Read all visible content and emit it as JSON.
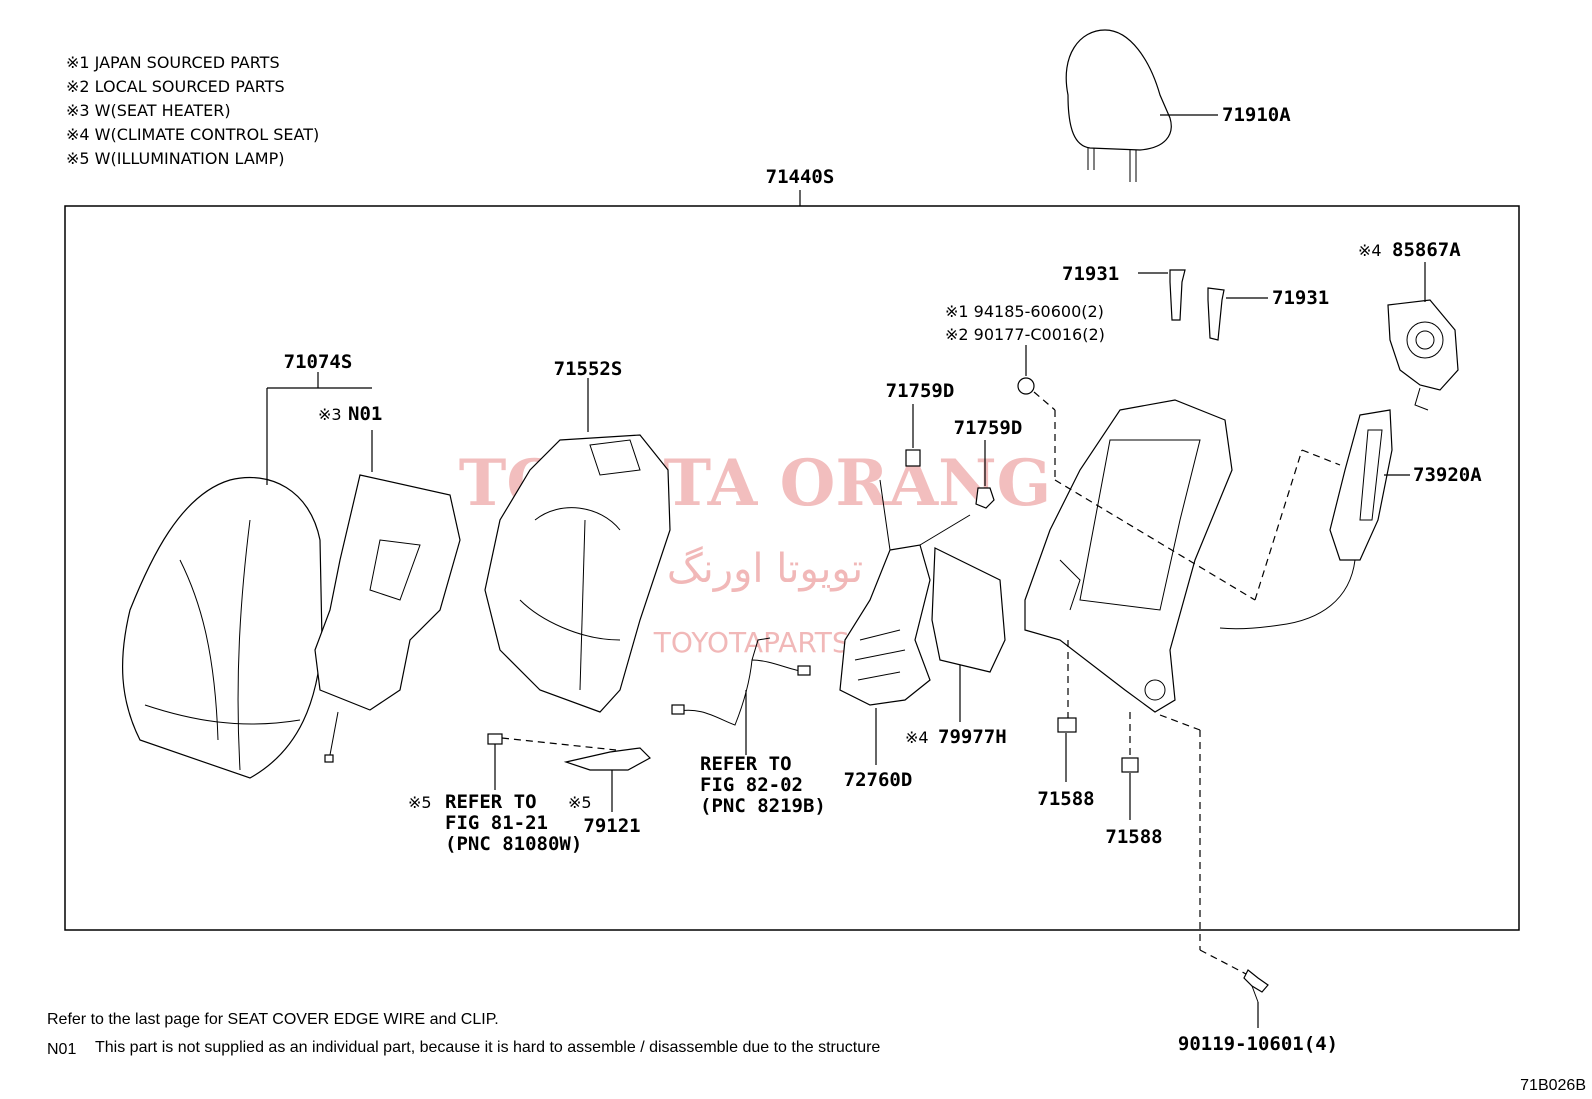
{
  "legend": [
    "※1 JAPAN SOURCED PARTS",
    "※2 LOCAL SOURCED PARTS",
    "※3 W(SEAT HEATER)",
    "※4 W(CLIMATE CONTROL SEAT)",
    "※5 W(ILLUMINATION LAMP)"
  ],
  "labels": {
    "headrest": "71910A",
    "assembly": "71440S",
    "bolt_left": "71931",
    "bolt_right": "71931",
    "blower_mark": "※4",
    "blower": "85867A",
    "nut_1": "※1 94185-60600(2)",
    "nut_2": "※2 90177-C0016(2)",
    "cover": "71074S",
    "heater_mark": "※3",
    "heater": "N01",
    "pad": "71552S",
    "hook_1": "71759D",
    "hook_2": "71759D",
    "side_cover": "73920A",
    "climate_mark": "※4",
    "climate_part": "79977H",
    "lumbar": "72760D",
    "clip_1": "71588",
    "clip_2": "71588",
    "lamp_ref_mark": "※5",
    "lamp_ref_1": "REFER TO",
    "lamp_ref_2": "FIG 81-21",
    "lamp_ref_3": "(PNC 81080W)",
    "lamp_mark": "※5",
    "lamp": "79121",
    "wire_ref_1": "REFER TO",
    "wire_ref_2": "FIG 82-02",
    "wire_ref_3": "(PNC 8219B)",
    "screw": "90119-10601(4)"
  },
  "watermark": {
    "main": "TOYOTA ORANG",
    "persian": "تویوتا اورنگ",
    "sub": "TOYOTAPARTS.IR"
  },
  "footer": {
    "line1": "Refer to the last page for SEAT COVER EDGE WIRE and CLIP.",
    "n01_code": "N01",
    "n01_text": "This part is not supplied as an individual part, because it is hard to assemble / disassemble due to the structure",
    "figure_id": "71B026B"
  }
}
